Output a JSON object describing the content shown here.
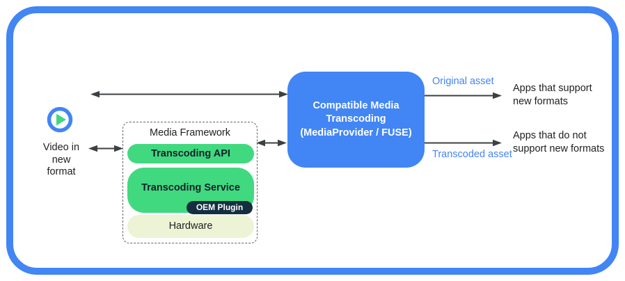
{
  "diagram": {
    "source": {
      "icon": "play-icon",
      "label": "Video in\nnew\nformat"
    },
    "framework": {
      "title": "Media Framework",
      "layers": [
        {
          "label": "Transcoding API"
        },
        {
          "label": "Transcoding Service",
          "plugin_label": "OEM Plugin"
        },
        {
          "label": "Hardware"
        }
      ]
    },
    "transcoder": {
      "label": "Compatible Media\nTranscoding\n(MediaProvider / FUSE)"
    },
    "outputs": [
      {
        "asset_label": "Original asset",
        "destination": "Apps that support\nnew formats"
      },
      {
        "asset_label": "Transcoded asset",
        "destination": "Apps that do not\nsupport new formats"
      }
    ],
    "colors": {
      "frame_blue": "#4285F4",
      "transcoder_blue": "#4285F4",
      "layer_green": "#41D97F",
      "hardware_pale_green": "#EDF3D5",
      "oem_plugin_dark": "#132F3F",
      "asset_label_blue": "#4285F4",
      "arrow_gray": "#3C4043"
    }
  }
}
